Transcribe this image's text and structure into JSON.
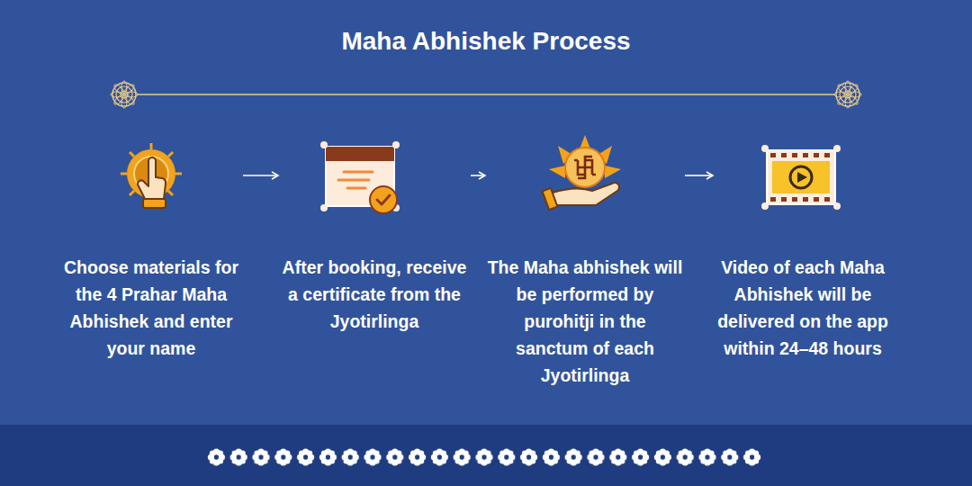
{
  "diagram": {
    "title": "Maha Abhishek Process",
    "nodes": [
      {
        "text": [
          "Choose materials for the 4 Prahar Maha Abhishek and enter your name"
        ]
      },
      {
        "text": [
          "After booking, receive a certificate from the Jyotirlinga"
        ]
      },
      {
        "text": [
          "The Maha abhishek will be performed by purohitji in the sanctum of each Jyotirlinga"
        ]
      },
      {
        "text": [
          "Video of each Maha Abhishek will be delivered on the app within 24–48 hours"
        ]
      }
    ],
    "edges": [
      {
        "from": 0,
        "to": 1,
        "arrow": "to"
      },
      {
        "from": 1,
        "to": 2,
        "arrow": "to"
      },
      {
        "from": 2,
        "to": 3,
        "arrow": "to"
      }
    ]
  }
}
